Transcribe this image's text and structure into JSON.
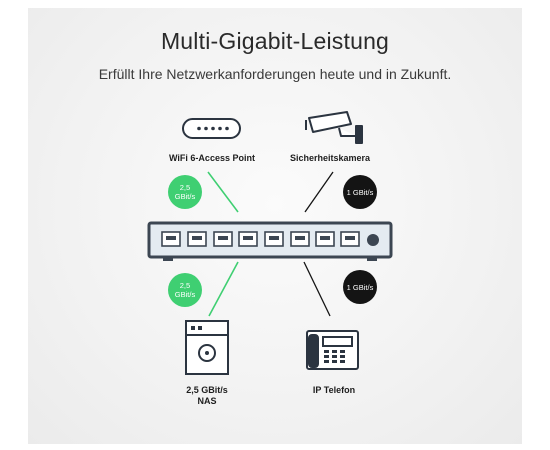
{
  "header": {
    "title": "Multi-Gigabit-Leistung",
    "subtitle": "Erfüllt Ihre Netzwerkanforderungen heute und in Zukunft."
  },
  "devices": {
    "access_point": {
      "label": "WiFi 6-Access Point",
      "icon": "access-point-icon"
    },
    "camera": {
      "label": "Sicherheitskamera",
      "icon": "security-camera-icon"
    },
    "nas": {
      "label_line1": "2,5 GBit/s",
      "label_line2": "NAS",
      "icon": "nas-icon"
    },
    "phone": {
      "label": "IP Telefon",
      "icon": "ip-phone-icon"
    },
    "switch": {
      "icon": "network-switch-icon",
      "port_count": 8
    }
  },
  "badges": {
    "access_point": {
      "line1": "2,5",
      "line2": "GBit/s",
      "color": "#3fcf72"
    },
    "camera": {
      "line1": "1 GBit/s",
      "color": "#141414"
    },
    "nas": {
      "line1": "2,5",
      "line2": "GBit/s",
      "color": "#3fcf72"
    },
    "phone": {
      "line1": "1 GBit/s",
      "color": "#141414"
    }
  },
  "colors": {
    "fast_link": "#3fcf72",
    "standard_link": "#141414",
    "switch_body": "#e4ebf1",
    "switch_border": "#3c4652"
  }
}
